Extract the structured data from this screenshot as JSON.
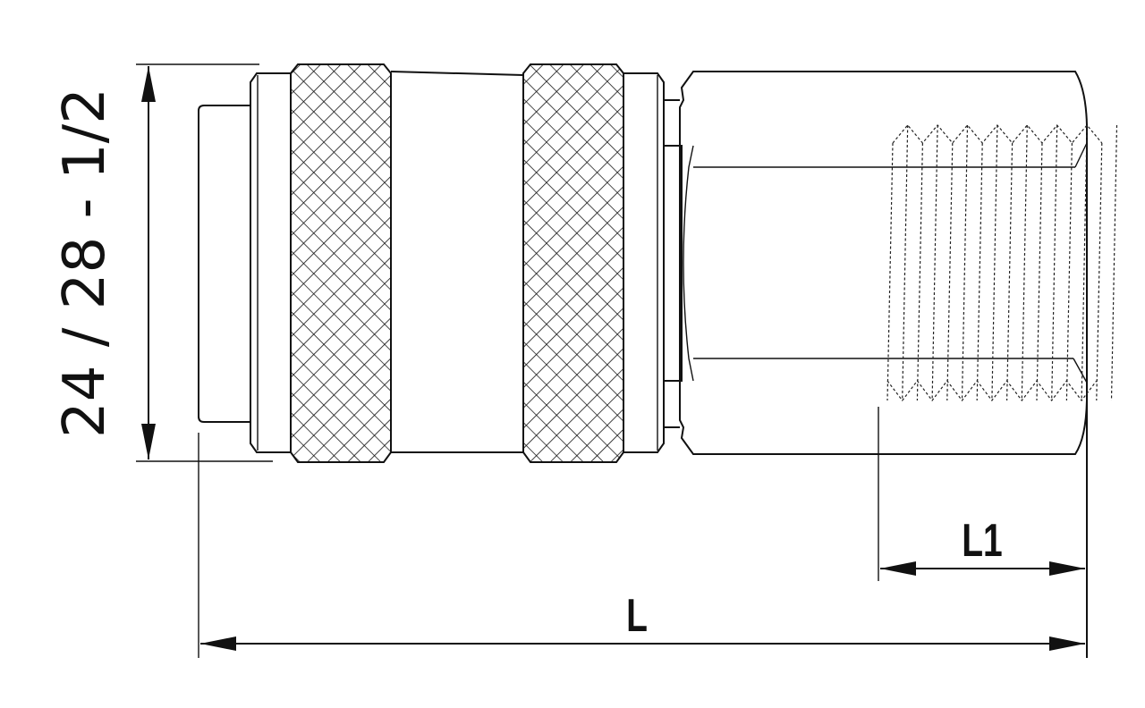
{
  "drawing": {
    "title": "Quick coupling, female thread",
    "diameter_label": "24 / 28 - 1/2",
    "length_label": "L",
    "thread_length_label": "L1"
  }
}
